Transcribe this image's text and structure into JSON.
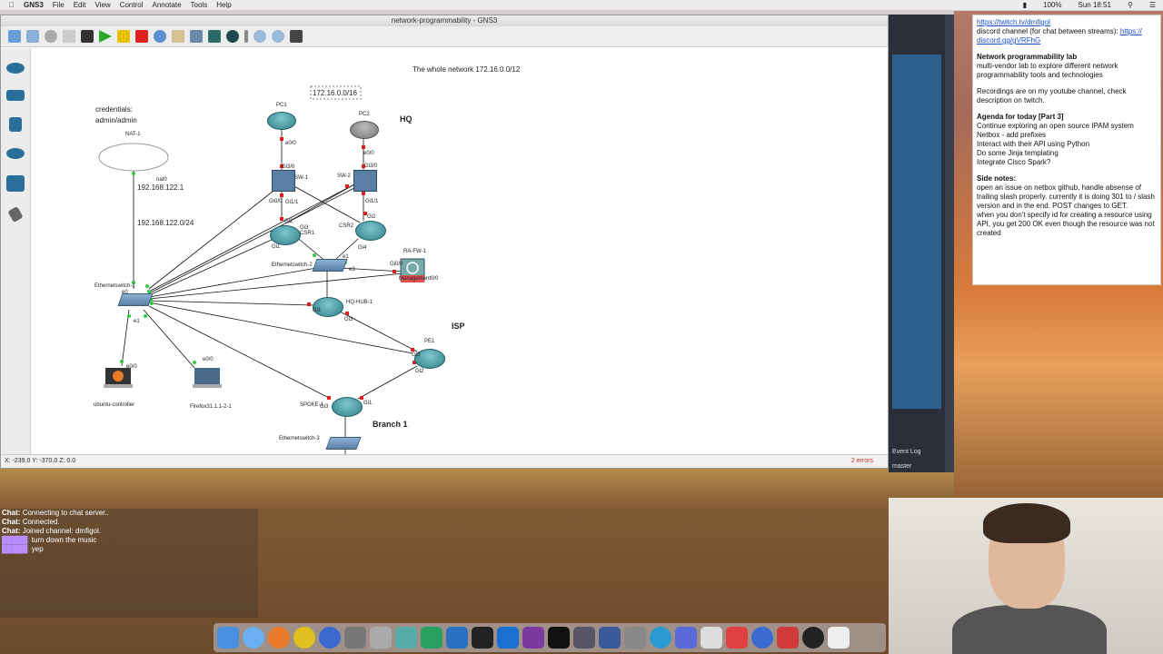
{
  "menubar": {
    "app": "GNS3",
    "items": [
      "File",
      "Edit",
      "View",
      "Control",
      "Annotate",
      "Tools",
      "Help"
    ],
    "battery": "100%",
    "clock": "Sun 18:51"
  },
  "window": {
    "title": "network-programmability - GNS3"
  },
  "canvas": {
    "network_title": "The whole network 172.16.0.0/12",
    "hq_subnet": "172.16.0.0/16",
    "credentials_label": "credentials:",
    "credentials_value": "admin/admin",
    "zones": {
      "hq": "HQ",
      "isp": "ISP",
      "branch1": "Branch 1"
    },
    "nat_net": "192.168.122.1",
    "nat_subnet": "192.168.122.0/24",
    "nodes": {
      "nat": "NAT-1",
      "pc1": "PC1",
      "pc2": "PC2",
      "sw1": "SW-1",
      "sw2": "SW-2",
      "csr1": "CSR1",
      "csr2": "CSR2",
      "es1": "Ethernetswitch-1",
      "es2": "Ethernetswitch-2",
      "es3": "Ethernetswitch-3",
      "rafw": "RA-FW-1",
      "hqhub": "HQ-HUB-1",
      "pe1": "PE1",
      "spoke1": "SPOKE-1",
      "ubuntu": "ubuntu-controller",
      "firefox": "Firefox31.1.1-2-1"
    },
    "ports": {
      "nat0": "nat0",
      "pc1_e0": "e0/0",
      "pc2_e0": "e0/0",
      "sw1_g30": "Gi3/0",
      "sw2_g30": "Gi3/0",
      "sw1_g00": "Gi0/0",
      "sw1_g11": "Gi1/1",
      "sw2_g11": "Gi1/1",
      "csr_gi2": "Gi2",
      "csr_gi3": "Gi3",
      "csr_gi1": "Gi1",
      "csr_gi4": "Gi4",
      "es2_e3": "e3",
      "es2_e1": "e1",
      "rafw_g00": "Gi0/0",
      "rafw_mgmt": "Management0/0",
      "es1_e0": "e0",
      "es1_e1": "e1",
      "ubuntu_e0": "e0/0",
      "firefox_e0": "e0/0",
      "spoke_g3": "Gi3",
      "spoke_g1": "Gi1",
      "pe1_g2": "Gi2",
      "pe1_g3": "Gi3",
      "hub_g3": "Gi3",
      "hub_g1": "Gi1"
    }
  },
  "statusbar": {
    "coords": "X: -239.0 Y: -370.0 Z: 0.0",
    "errors": "2 errors"
  },
  "ide": {
    "event_log": "Event Log",
    "branch": "master"
  },
  "notes": {
    "link1": "https://twitch.tv/dmfigol",
    "discord_text": "discord channel (for chat between streams):",
    "discord_link_a": "https://",
    "discord_link_b": "discord.gg/gVRFhG",
    "heading": "Network programmability lab",
    "subtitle": "multi-vendor lab to explore different network programmability tools and technologies",
    "recordings": "Recordings are on my youtube channel, check description on twitch.",
    "agenda_title": "Agenda for today [Part 3]",
    "agenda": [
      "Continue exploring an open source IPAM system",
      "Netbox - add prefixes",
      "Interact with their API using Python",
      "Do some Jinja templating",
      "Integrate Cisco Spark?"
    ],
    "side_notes_title": "Side notes:",
    "side_note_1": "open an issue on netbox github, handle absense of trailing slash properly. currently it is doing 301 to / slash version and in the end. POST changes to GET.",
    "side_note_2": "when you don't specify id for creating a resource using API, you get 200 OK even though the resource was not created"
  },
  "chat": [
    {
      "who": "Chat:",
      "text": "Connecting to chat server.."
    },
    {
      "who": "Chat:",
      "text": "Connected."
    },
    {
      "who": "Chat:",
      "text": "Joined channel: dmfigol."
    },
    {
      "who": "",
      "text": "turn down the music"
    },
    {
      "who": "",
      "text": "yep"
    }
  ],
  "colors": {
    "router": "#2f7f88",
    "port_up": "#2ecc40",
    "port_down": "#e02020",
    "link": "#111111",
    "notes_link": "#1a4fd1"
  }
}
